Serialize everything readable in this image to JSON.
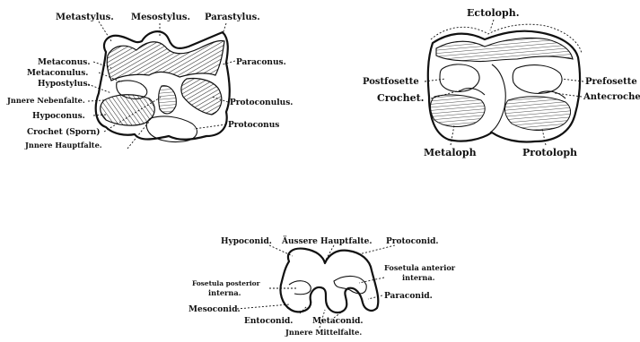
{
  "diagrams": {
    "upper_left": {
      "labels": {
        "metastylus": "Metastylus.",
        "mesostylus": "Mesostylus.",
        "parastylus": "Parastylus.",
        "metaconus": "Metaconus.",
        "metaconulus": "Metaconulus.",
        "hypostylus": "Hypostylus.",
        "innere_nebenfalte": "Jnnere Nebenfalte.",
        "hypoconus": "Hypoconus.",
        "crochet_sporn": "Crochet (Sporn)",
        "innere_hauptfalte": "Jnnere Hauptfalte.",
        "paraconus": "Paraconus.",
        "protoconulus": "Protoconulus.",
        "protoconus": "Protoconus"
      }
    },
    "upper_right": {
      "labels": {
        "ectoloph": "Ectoloph.",
        "postfosette": "Postfosette",
        "crochet": "Crochet.",
        "prefosette": "Prefosette",
        "antecrochet": "Antecrochet",
        "metaloph": "Metaloph",
        "protoloph": "Protoloph"
      }
    },
    "lower": {
      "labels": {
        "hypoconid": "Hypoconid.",
        "aussere_hauptfalte": "Äussere Hauptfalte.",
        "protoconid": "Protoconid.",
        "fosetula_anterior_1": "Fosetula anterior",
        "fosetula_anterior_2": "interna.",
        "fosetula_posterior_1": "Fosetula posterior",
        "fosetula_posterior_2": "interna.",
        "paraconid": "Paraconid.",
        "mesoconid": "Mesoconid.",
        "entoconid": "Entoconid.",
        "metaconid": "Metaconid.",
        "innere_mittelfalte": "Jnnere Mittelfalte."
      }
    }
  }
}
